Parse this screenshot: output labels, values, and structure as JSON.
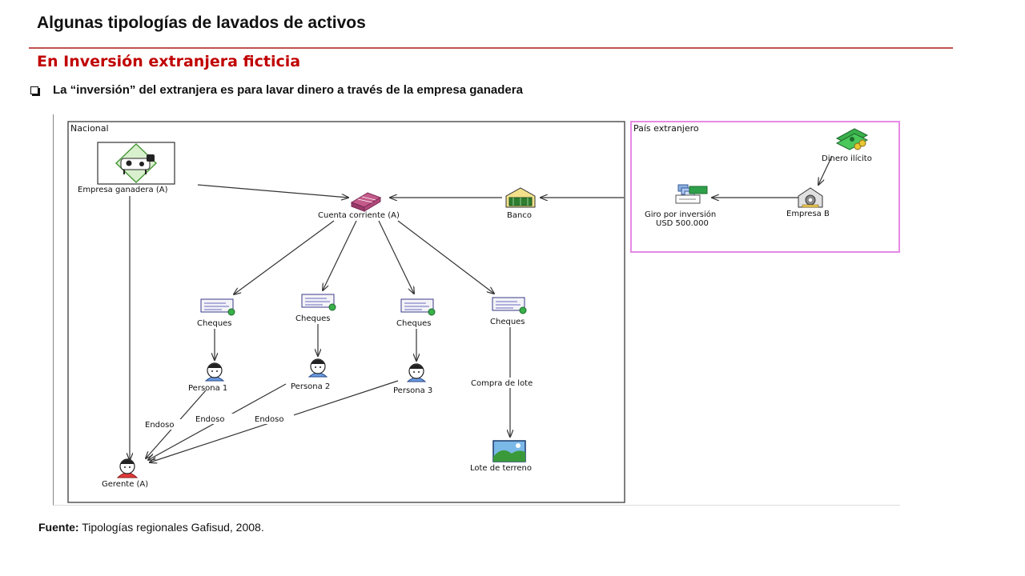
{
  "header": {
    "title": "Algunas tipologías de lavados de activos",
    "subtitle": "En Inversión extranjera ficticia",
    "bullet": "La “inversión” del extranjera es para lavar dinero a través de la empresa ganadera"
  },
  "diagram": {
    "regions": {
      "nacional": "Nacional",
      "extranjero": "País extranjero"
    },
    "nodes": {
      "empresa_ganadera": "Empresa ganadera (A)",
      "cuenta_corriente": "Cuenta corriente (A)",
      "banco": "Banco",
      "giro_line1": "Giro por inversión",
      "giro_line2": "USD 500.000",
      "empresa_b": "Empresa B",
      "dinero_ilicito": "Dinero ilícito",
      "cheques_1": "Cheques",
      "cheques_2": "Cheques",
      "cheques_3": "Cheques",
      "cheques_4": "Cheques",
      "persona_1": "Persona 1",
      "persona_2": "Persona 2",
      "persona_3": "Persona 3",
      "gerente": "Gerente (A)",
      "lote": "Lote de terreno"
    },
    "edge_labels": {
      "compra": "Compra de lote",
      "endoso_1": "Endoso",
      "endoso_2": "Endoso",
      "endoso_3": "Endoso"
    }
  },
  "footer": {
    "source_label": "Fuente:",
    "source_text": " Tipologías regionales Gafisud, 2008."
  }
}
